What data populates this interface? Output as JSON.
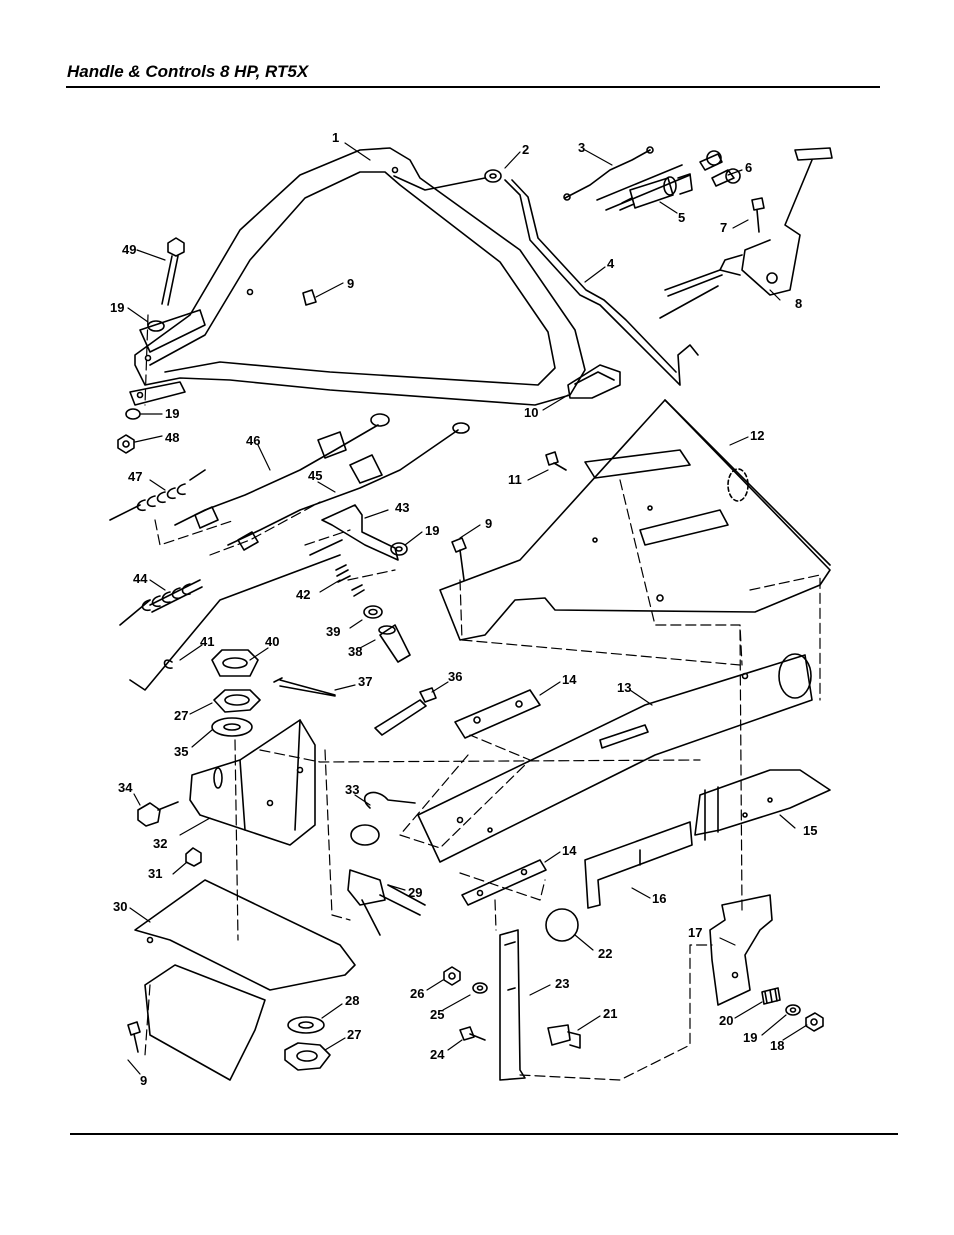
{
  "header": {
    "title": "Handle & Controls 8 HP, RT5X"
  },
  "callouts": [
    {
      "text": "1"
    },
    {
      "text": "2"
    },
    {
      "text": "3"
    },
    {
      "text": "4"
    },
    {
      "text": "5"
    },
    {
      "text": "6"
    },
    {
      "text": "7"
    },
    {
      "text": "8"
    },
    {
      "text": "9"
    },
    {
      "text": "10"
    },
    {
      "text": "11"
    },
    {
      "text": "12"
    },
    {
      "text": "9"
    },
    {
      "text": "13"
    },
    {
      "text": "14"
    },
    {
      "text": "14"
    },
    {
      "text": "15"
    },
    {
      "text": "16"
    },
    {
      "text": "17"
    },
    {
      "text": "18"
    },
    {
      "text": "19"
    },
    {
      "text": "20"
    },
    {
      "text": "21"
    },
    {
      "text": "22"
    },
    {
      "text": "23"
    },
    {
      "text": "24"
    },
    {
      "text": "25"
    },
    {
      "text": "26"
    },
    {
      "text": "27"
    },
    {
      "text": "28"
    },
    {
      "text": "29"
    },
    {
      "text": "30"
    },
    {
      "text": "31"
    },
    {
      "text": "32"
    },
    {
      "text": "33"
    },
    {
      "text": "34"
    },
    {
      "text": "35"
    },
    {
      "text": "27"
    },
    {
      "text": "36"
    },
    {
      "text": "37"
    },
    {
      "text": "38"
    },
    {
      "text": "39"
    },
    {
      "text": "40"
    },
    {
      "text": "41"
    },
    {
      "text": "42"
    },
    {
      "text": "43"
    },
    {
      "text": "19"
    },
    {
      "text": "44"
    },
    {
      "text": "45"
    },
    {
      "text": "46"
    },
    {
      "text": "47"
    },
    {
      "text": "48"
    },
    {
      "text": "19"
    },
    {
      "text": "19"
    },
    {
      "text": "49"
    },
    {
      "text": "9"
    }
  ]
}
